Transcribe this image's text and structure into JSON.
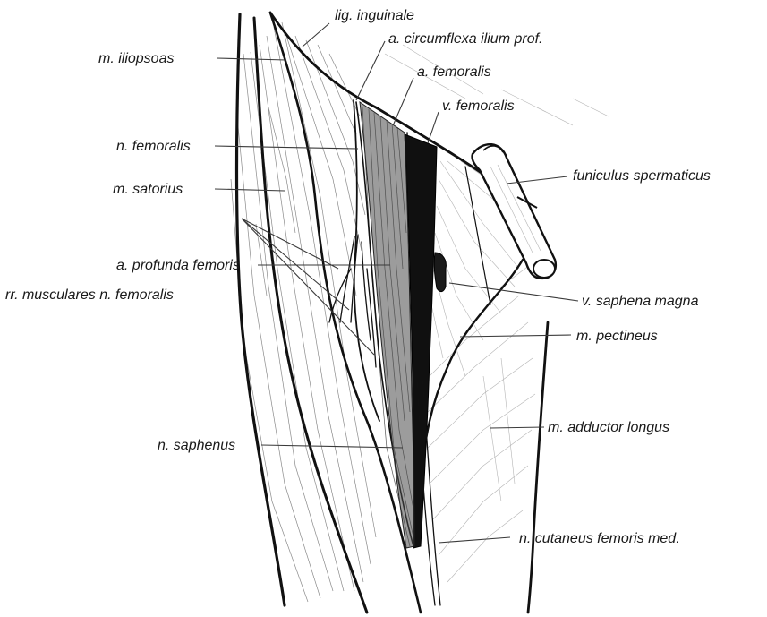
{
  "labels": {
    "lig_inguinale": "lig. inguinale",
    "a_circumflexa": "a. circumflexa ilium prof.",
    "m_iliopsoas": "m. iliopsoas",
    "a_femoralis": "a. femoralis",
    "v_femoralis": "v. femoralis",
    "n_femoralis": "n. femoralis",
    "funiculus": "funiculus spermaticus",
    "m_satorius": "m. satorius",
    "a_profunda": "a. profunda femoris",
    "rr_musculares": "rr. musculares n. femoralis",
    "v_saphena": "v. saphena magna",
    "m_pectineus": "m. pectineus",
    "m_adductor": "m. adductor longus",
    "n_saphenus": "n. saphenus",
    "n_cutaneus": "n. cutaneus femoris med."
  }
}
